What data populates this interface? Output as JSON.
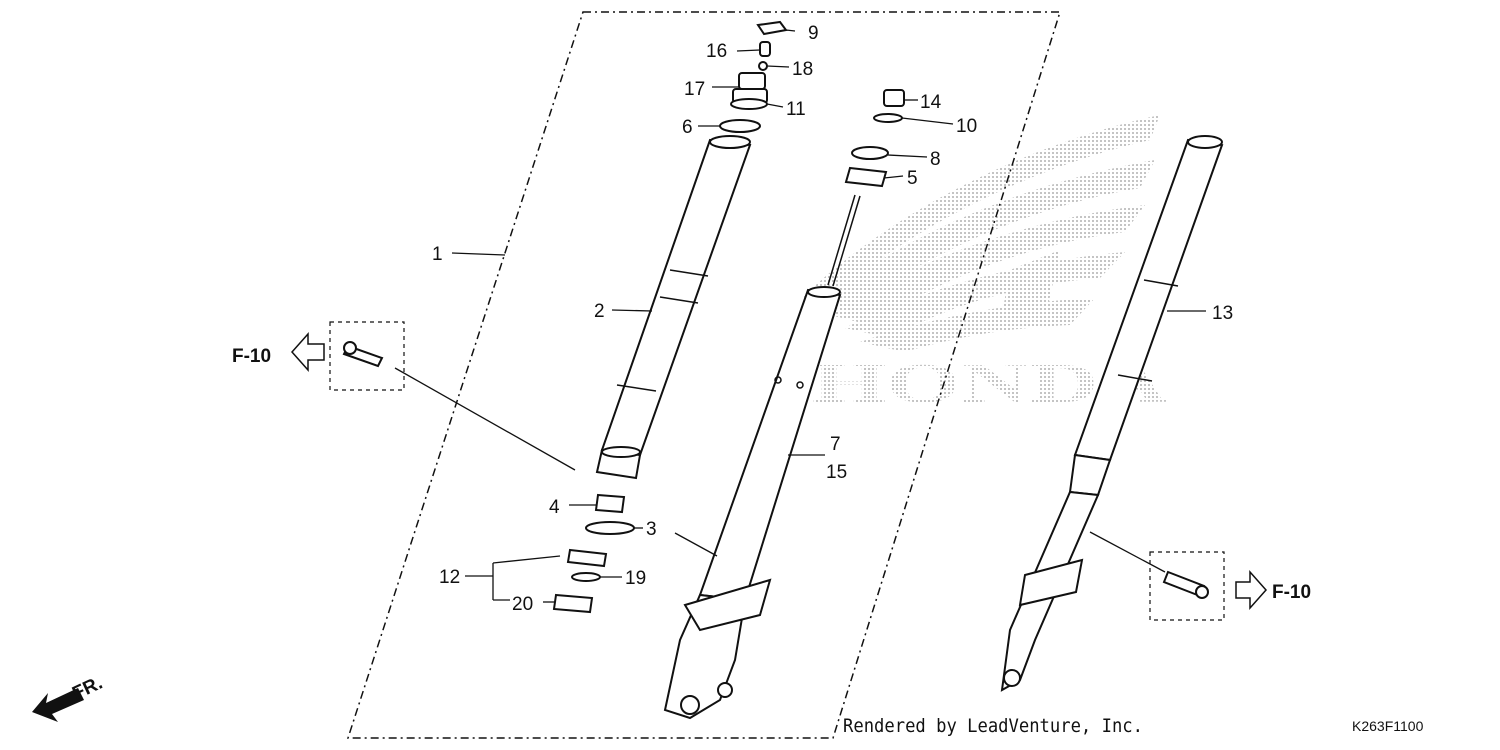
{
  "diagram": {
    "callouts": {
      "c1": "1",
      "c2": "2",
      "c3": "3",
      "c4": "4",
      "c5": "5",
      "c6": "6",
      "c7": "7",
      "c8": "8",
      "c9": "9",
      "c10": "10",
      "c11": "11",
      "c12": "12",
      "c13": "13",
      "c14": "14",
      "c15": "15",
      "c16": "16",
      "c17": "17",
      "c18": "18",
      "c19": "19",
      "c20": "20"
    },
    "ref_left": "F-10",
    "ref_right": "F-10",
    "direction": "FR.",
    "watermark_brand": "HONDA",
    "credit": "Rendered by LeadVenture, Inc.",
    "diagram_code": "K263F1100"
  }
}
